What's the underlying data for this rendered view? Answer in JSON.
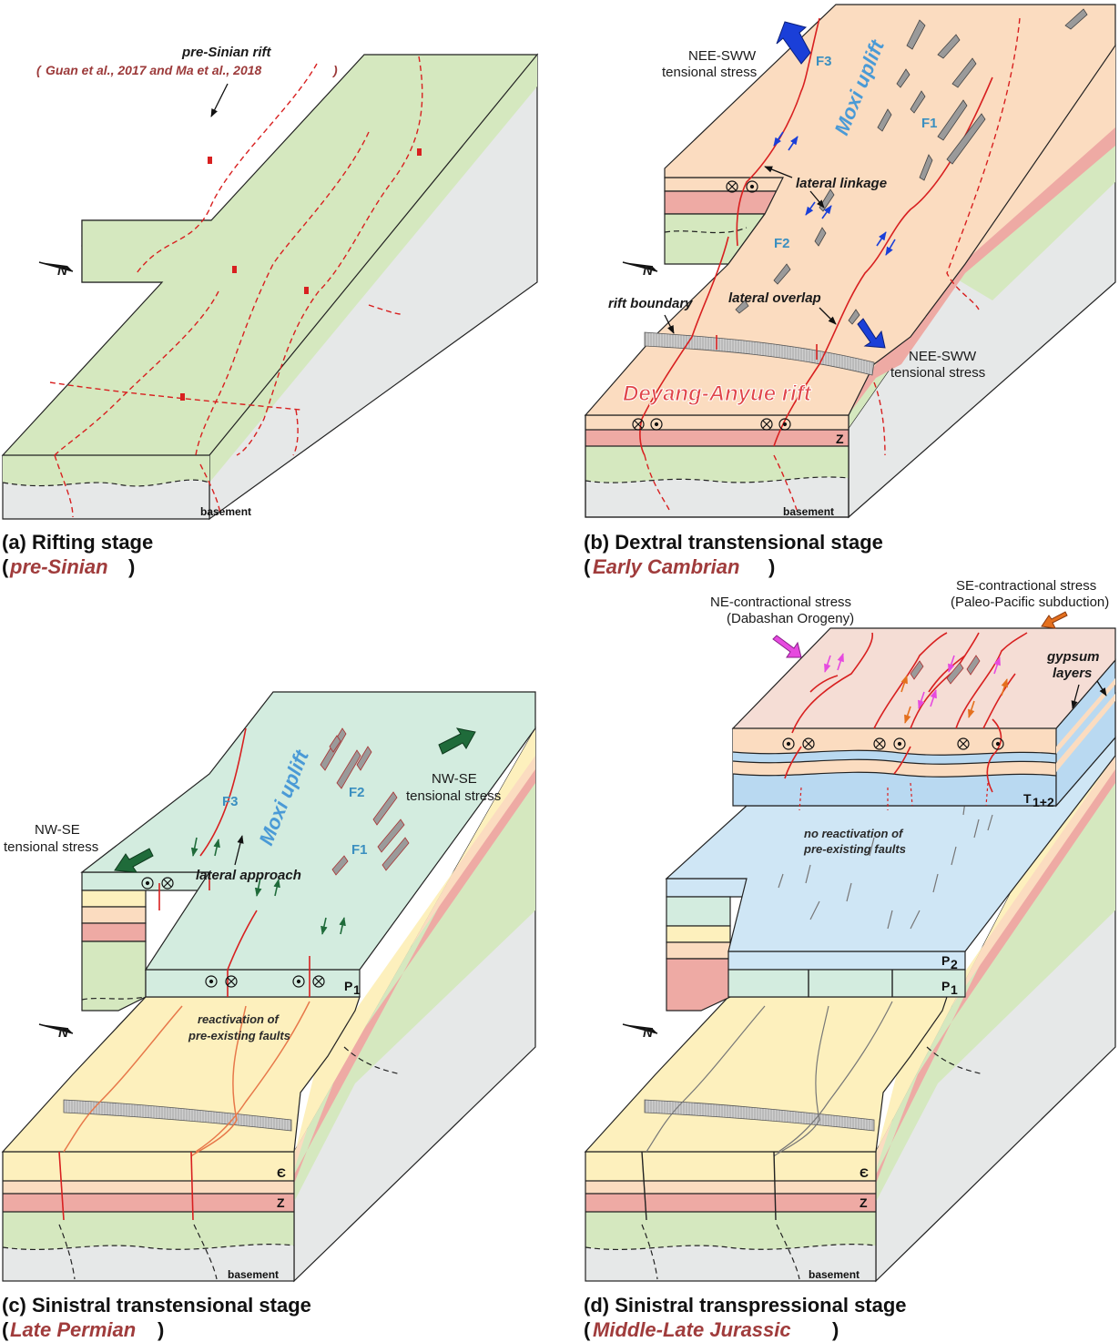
{
  "colors": {
    "basement": "#e6e8e8",
    "pre_sinian": "#d5e8bf",
    "sinian_Z": "#eeaaa4",
    "cambrian": "#fbdcc0",
    "permian_P1": "#d3ecdf",
    "permian_P2": "#cfe6f5",
    "triassic_T": "#b9d9f1",
    "yellow_layer": "#fdf0bd",
    "fault_red": "#d82020",
    "age_caption": "#a03c3c",
    "uplift_blue": "#4a9ad6",
    "arrow_blue": "#1a3fd8",
    "arrow_green": "#1f6b3a",
    "arrow_magenta": "#e64adf",
    "arrow_orange": "#e4701e"
  },
  "panel_a": {
    "title_label": "pre-Sinian rift",
    "citation": "Guan et al., 2017 and Ma et al., 2018",
    "citation_open": "(",
    "citation_close": ")",
    "basement": "basement",
    "north": "N",
    "caption_main": "(a) Rifting stage",
    "caption_age": "pre-Sinian",
    "caption_open": "(",
    "caption_close": ")"
  },
  "panel_b": {
    "stress_top": [
      "NEE-SWW",
      "tensional stress"
    ],
    "stress_bottom": [
      "NEE-SWW",
      "tensional stress"
    ],
    "uplift": "Moxi uplift",
    "faults": [
      "F1",
      "F2",
      "F3"
    ],
    "lateral_linkage": "lateral linkage",
    "rift_boundary": "rift boundary",
    "lateral_overlap": "lateral overlap",
    "rift_name": "Deyang-Anyue rift",
    "strata_Z": "Z",
    "basement": "basement",
    "north": "N",
    "caption_main": "(b) Dextral transtensional stage",
    "caption_age": "Early Cambrian",
    "caption_open": "(",
    "caption_close": ")"
  },
  "panel_c": {
    "stress_right": [
      "NW-SE",
      "tensional stress"
    ],
    "stress_left": [
      "NW-SE",
      "tensional stress"
    ],
    "uplift": "Moxi uplift",
    "faults": [
      "F1",
      "F2",
      "F3"
    ],
    "lateral_approach": "lateral approach",
    "reactivation": [
      "reactivation of",
      "pre-existing faults"
    ],
    "strata_P1": "P",
    "strata_P1_sub": "1",
    "strata_E": "Є",
    "strata_Z": "Z",
    "basement": "basement",
    "north": "N",
    "caption_main": "(c) Sinistral transtensional stage",
    "caption_age": "Late Permian",
    "caption_open": "(",
    "caption_close": ")"
  },
  "panel_d": {
    "stress_ne": [
      "NE-contractional stress",
      "(Dabashan Orogeny)"
    ],
    "stress_se": [
      "SE-contractional stress",
      "(Paleo-Pacific subduction)"
    ],
    "gypsum": [
      "gypsum",
      "layers"
    ],
    "no_reactivation": [
      "no reactivation of",
      "pre-existing faults"
    ],
    "strata_T": "T",
    "strata_T_sub": "1+2",
    "strata_P2": "P",
    "strata_P2_sub": "2",
    "strata_P1": "P",
    "strata_P1_sub": "1",
    "strata_E": "Є",
    "strata_Z": "Z",
    "basement": "basement",
    "north": "N",
    "caption_main": "(d) Sinistral transpressional stage",
    "caption_age": "Middle-Late Jurassic",
    "caption_open": "(",
    "caption_close": ")"
  }
}
